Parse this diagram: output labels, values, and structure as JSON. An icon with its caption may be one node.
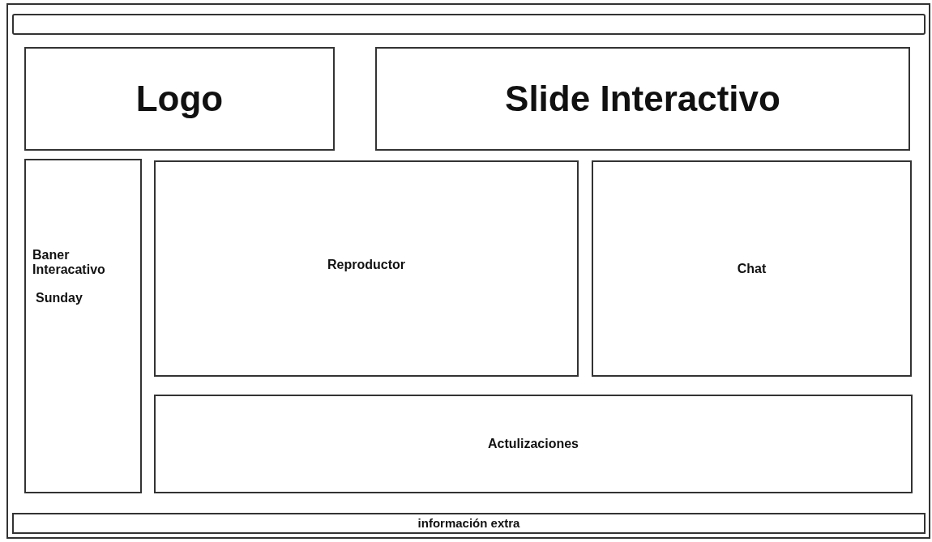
{
  "diagram": {
    "nodes": [
      {
        "text": [],
        "shape": "box"
      },
      {
        "text": [],
        "shape": "bar",
        "in": 0
      },
      {
        "text": [
          "Logo"
        ],
        "in": 0
      },
      {
        "text": [
          "Slide Interactivo"
        ],
        "in": 0
      },
      {
        "text": [
          "Baner Interacativo",
          "Sunday"
        ],
        "in": 0
      },
      {
        "text": [
          "Reproductor"
        ],
        "in": 0
      },
      {
        "text": [
          "Chat"
        ],
        "in": 0
      },
      {
        "text": [
          "Actulizaciones"
        ],
        "in": 0
      },
      {
        "text": [
          "información extra"
        ],
        "in": 0
      }
    ]
  }
}
